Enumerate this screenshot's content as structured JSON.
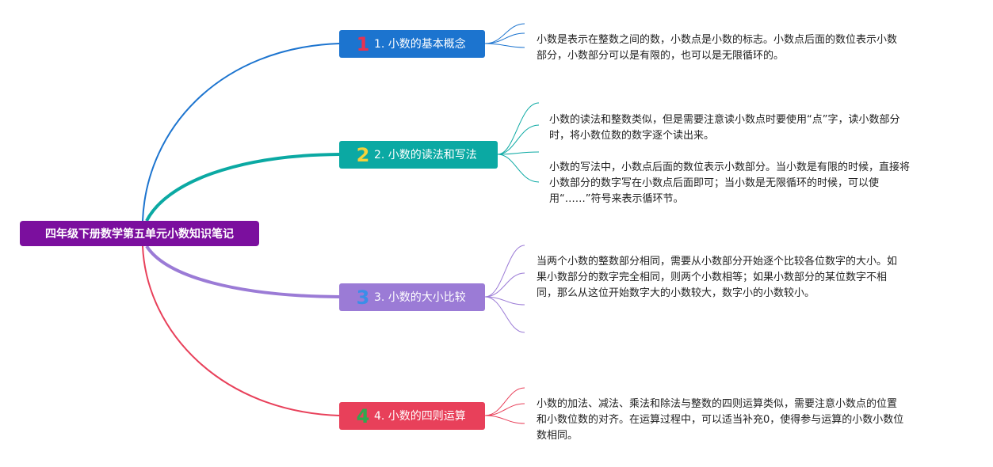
{
  "root": {
    "label": "四年级下册数学第五单元小数知识笔记",
    "color": "#7b0f9e"
  },
  "branches": [
    {
      "badge": "1",
      "badge_color": "#e8324f",
      "label": "1. 小数的基本概念",
      "color": "#1c74cf",
      "notes": [
        [
          "小数是表示在整数之间的数，小数点是小数的标志。小数点后面的数位表示小数",
          "部分，小数部分可以是有限的，也可以是无限循环的。"
        ]
      ]
    },
    {
      "badge": "2",
      "badge_color": "#f5d23a",
      "label": "2. 小数的读法和写法",
      "color": "#0ba9a3",
      "notes": [
        [
          "小数的读法和整数类似，但是需要注意读小数点时要使用“点”字，读小数部分",
          "时，将小数位数的数字逐个读出来。"
        ],
        [
          "小数的写法中，小数点后面的数位表示小数部分。当小数是有限的时候，直接将",
          "小数部分的数字写在小数点后面即可；当小数是无限循环的时候，可以使",
          "用“……”符号来表示循环节。"
        ]
      ]
    },
    {
      "badge": "3",
      "badge_color": "#3a8ee8",
      "label": "3. 小数的大小比较",
      "color": "#9b7bd6",
      "notes": [
        [
          "当两个小数的整数部分相同，需要从小数部分开始逐个比较各位数字的大小。如",
          "果小数部分的数字完全相同，则两个小数相等；如果小数部分的某位数字不相",
          "同，那么从这位开始数字大的小数较大，数字小的小数较小。"
        ]
      ]
    },
    {
      "badge": "4",
      "badge_color": "#2fa84f",
      "label": "4. 小数的四则运算",
      "color": "#e8405a",
      "notes": [
        [
          "小数的加法、减法、乘法和除法与整数的四则运算类似，需要注意小数点的位置",
          "和小数位数的对齐。在运算过程中，可以适当补充0，使得参与运算的小数小数位",
          "数相同。"
        ]
      ]
    }
  ]
}
